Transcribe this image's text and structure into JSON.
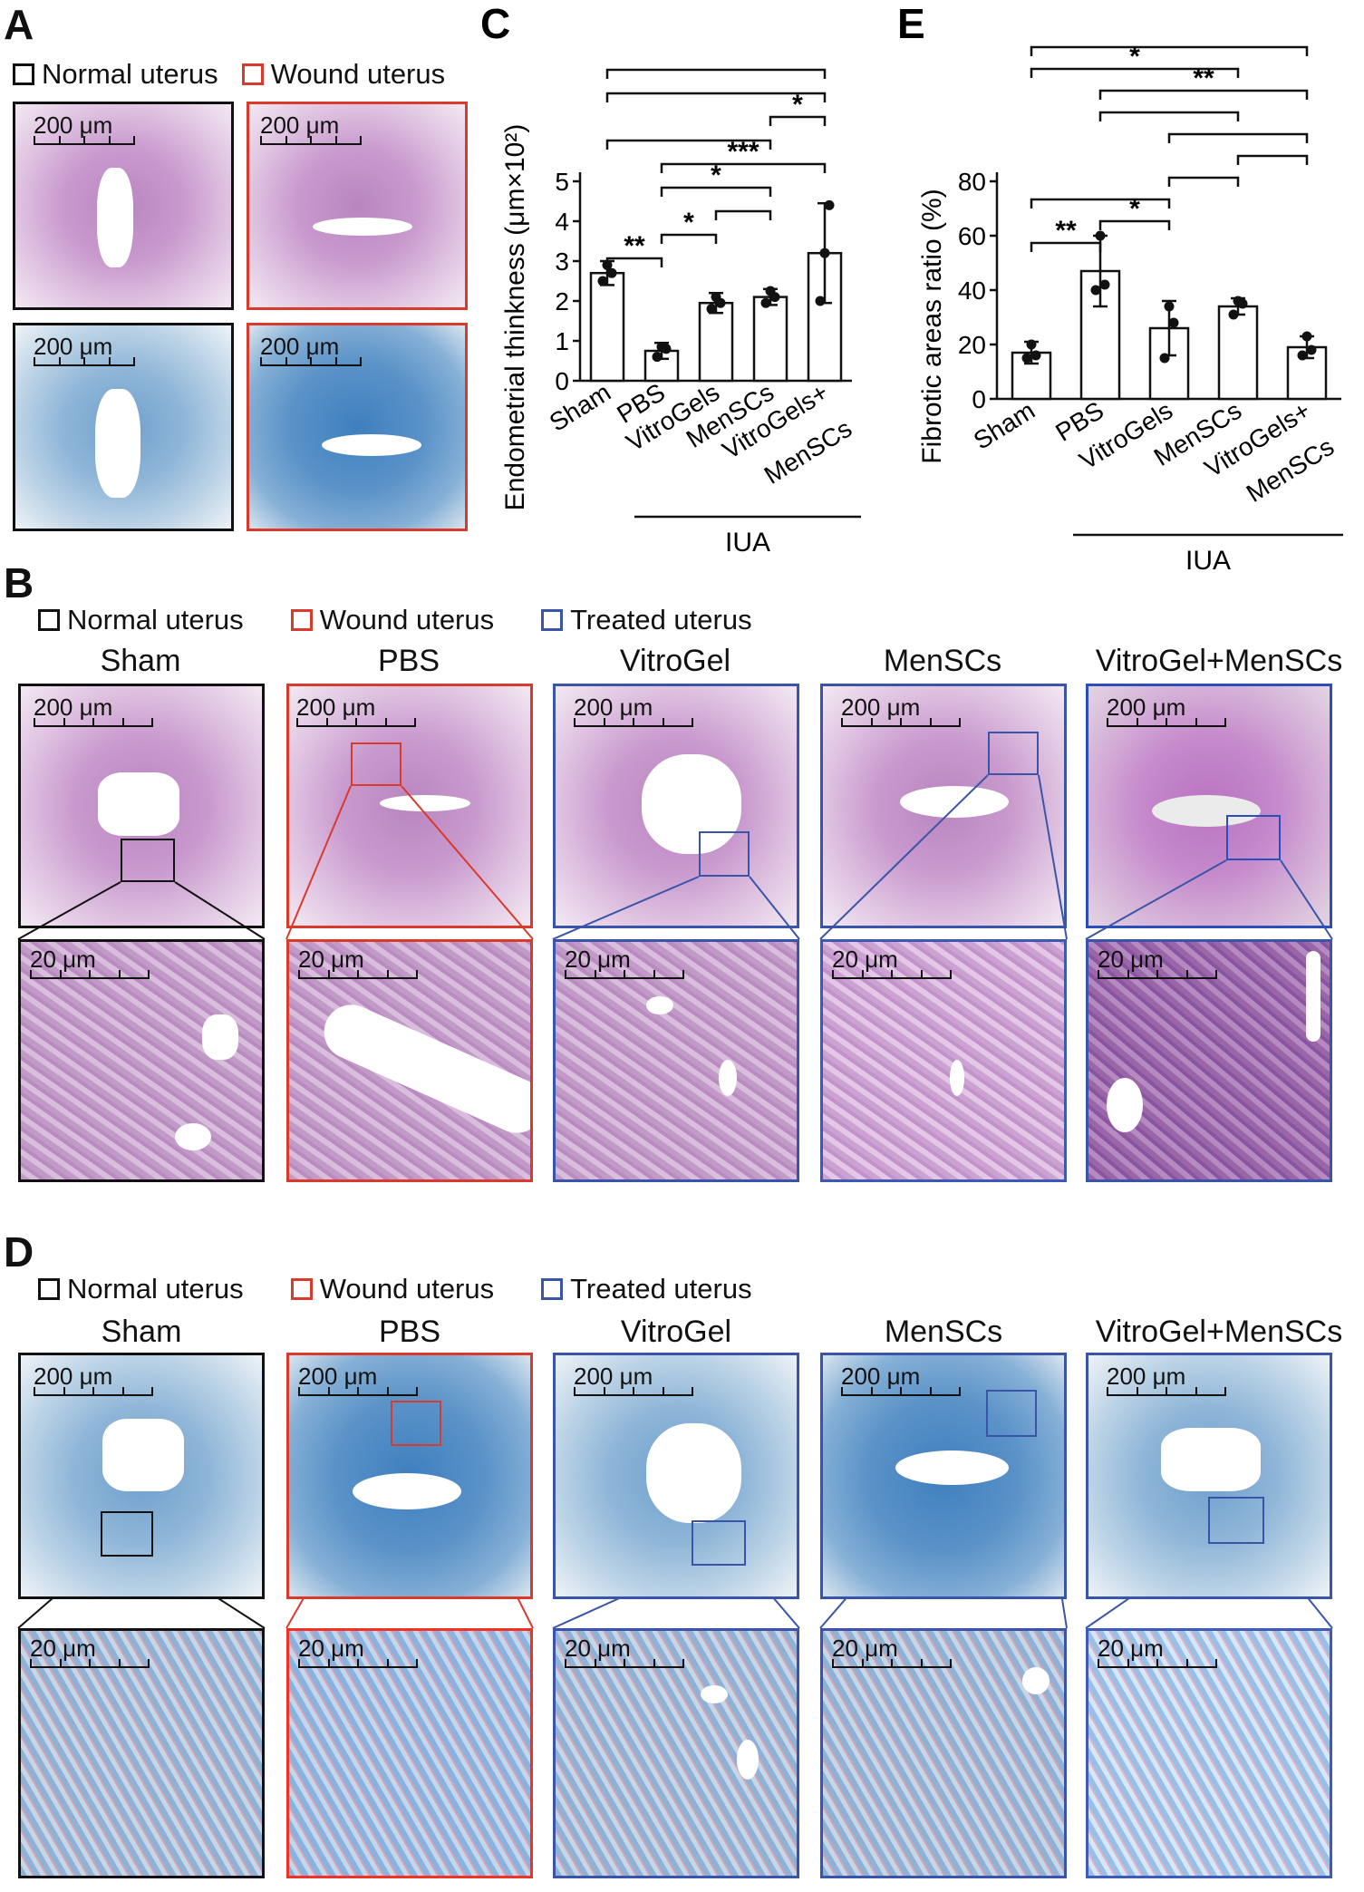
{
  "panels": {
    "A": {
      "letter": "A",
      "legend": [
        "Normal uterus",
        "Wound uterus"
      ],
      "scale": "200 μm"
    },
    "B": {
      "letter": "B",
      "legend": [
        "Normal uterus",
        "Wound uterus",
        "Treated uterus"
      ],
      "columns": [
        "Sham",
        "PBS",
        "VitroGel",
        "MenSCs",
        "VitroGel+MenSCs"
      ],
      "scale_top": "200 μm",
      "scale_zoom": "20 μm"
    },
    "D": {
      "letter": "D",
      "legend": [
        "Normal uterus",
        "Wound uterus",
        "Treated uterus"
      ],
      "columns": [
        "Sham",
        "PBS",
        "VitroGel",
        "MenSCs",
        "VitroGel+MenSCs"
      ],
      "scale_top": "200 μm",
      "scale_zoom": "20 μm"
    }
  },
  "colors": {
    "normal": "#111111",
    "wound": "#d83a2c",
    "treated": "#3a55a8"
  },
  "chart_data": [
    {
      "panel": "C",
      "type": "bar",
      "categories": [
        "Sham",
        "PBS",
        "VitroGels",
        "MenSCs",
        "VitroGels+ MenSCs"
      ],
      "values": [
        2.7,
        0.75,
        1.95,
        2.1,
        3.2
      ],
      "errors": [
        0.3,
        0.2,
        0.25,
        0.2,
        1.25
      ],
      "points": [
        [
          2.5,
          2.9,
          2.7
        ],
        [
          0.6,
          0.85,
          0.8
        ],
        [
          1.8,
          2.1,
          1.95
        ],
        [
          1.95,
          2.25,
          2.1
        ],
        [
          2.0,
          3.2,
          4.4
        ]
      ],
      "ylabel": "Endometrial thinkness (μm×10²)",
      "ylim": [
        0,
        5
      ],
      "yticks": [
        0,
        1,
        2,
        3,
        4,
        5
      ],
      "group_label": "IUA",
      "significance": [
        {
          "a": 0,
          "b": 1,
          "label": "**"
        },
        {
          "a": 1,
          "b": 2,
          "label": "*"
        },
        {
          "a": 2,
          "b": 3,
          "label": ""
        },
        {
          "a": 1,
          "b": 3,
          "label": "*"
        },
        {
          "a": 1,
          "b": 4,
          "label": "***"
        },
        {
          "a": 0,
          "b": 3,
          "label": ""
        },
        {
          "a": 3,
          "b": 4,
          "label": "*"
        },
        {
          "a": 0,
          "b": 4,
          "label": ""
        },
        {
          "a": 0,
          "b": 4,
          "label": ""
        }
      ]
    },
    {
      "panel": "E",
      "type": "bar",
      "categories": [
        "Sham",
        "PBS",
        "VitroGels",
        "MenSCs",
        "VitroGels+ MenSCs"
      ],
      "values": [
        17,
        47,
        26,
        34,
        19
      ],
      "errors": [
        4,
        13,
        10,
        3,
        4
      ],
      "points": [
        [
          15,
          20,
          16
        ],
        [
          40,
          60,
          42
        ],
        [
          15,
          34,
          28
        ],
        [
          31,
          36,
          35
        ],
        [
          16,
          23,
          18
        ]
      ],
      "ylabel": "Fibrotic areas ratio (%)",
      "ylim": [
        0,
        80
      ],
      "yticks": [
        0,
        20,
        40,
        60,
        80
      ],
      "group_label": "IUA",
      "significance": [
        {
          "a": 0,
          "b": 1,
          "label": "**"
        },
        {
          "a": 1,
          "b": 2,
          "label": "*"
        },
        {
          "a": 0,
          "b": 2,
          "label": ""
        },
        {
          "a": 2,
          "b": 3,
          "label": ""
        },
        {
          "a": 3,
          "b": 4,
          "label": ""
        },
        {
          "a": 2,
          "b": 4,
          "label": ""
        },
        {
          "a": 1,
          "b": 3,
          "label": ""
        },
        {
          "a": 1,
          "b": 4,
          "label": "**"
        },
        {
          "a": 0,
          "b": 3,
          "label": "*"
        },
        {
          "a": 0,
          "b": 4,
          "label": ""
        }
      ]
    }
  ]
}
